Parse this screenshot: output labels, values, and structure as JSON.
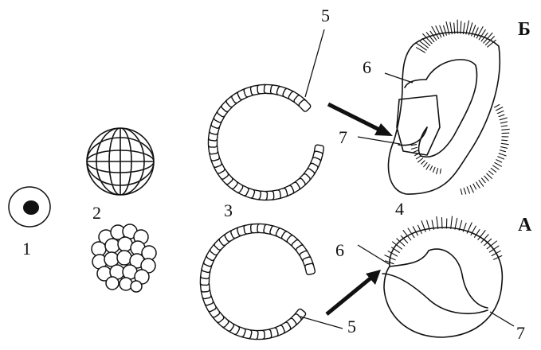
{
  "labels": {
    "n1": "1",
    "n2": "2",
    "n3": "3",
    "n4": "4",
    "n5_top": "5",
    "n5_bottom": "5",
    "n6_top": "6",
    "n6_bottom": "6",
    "n7_top": "7",
    "n7_bottom": "7",
    "letter_B": "Б",
    "letter_A": "А"
  }
}
